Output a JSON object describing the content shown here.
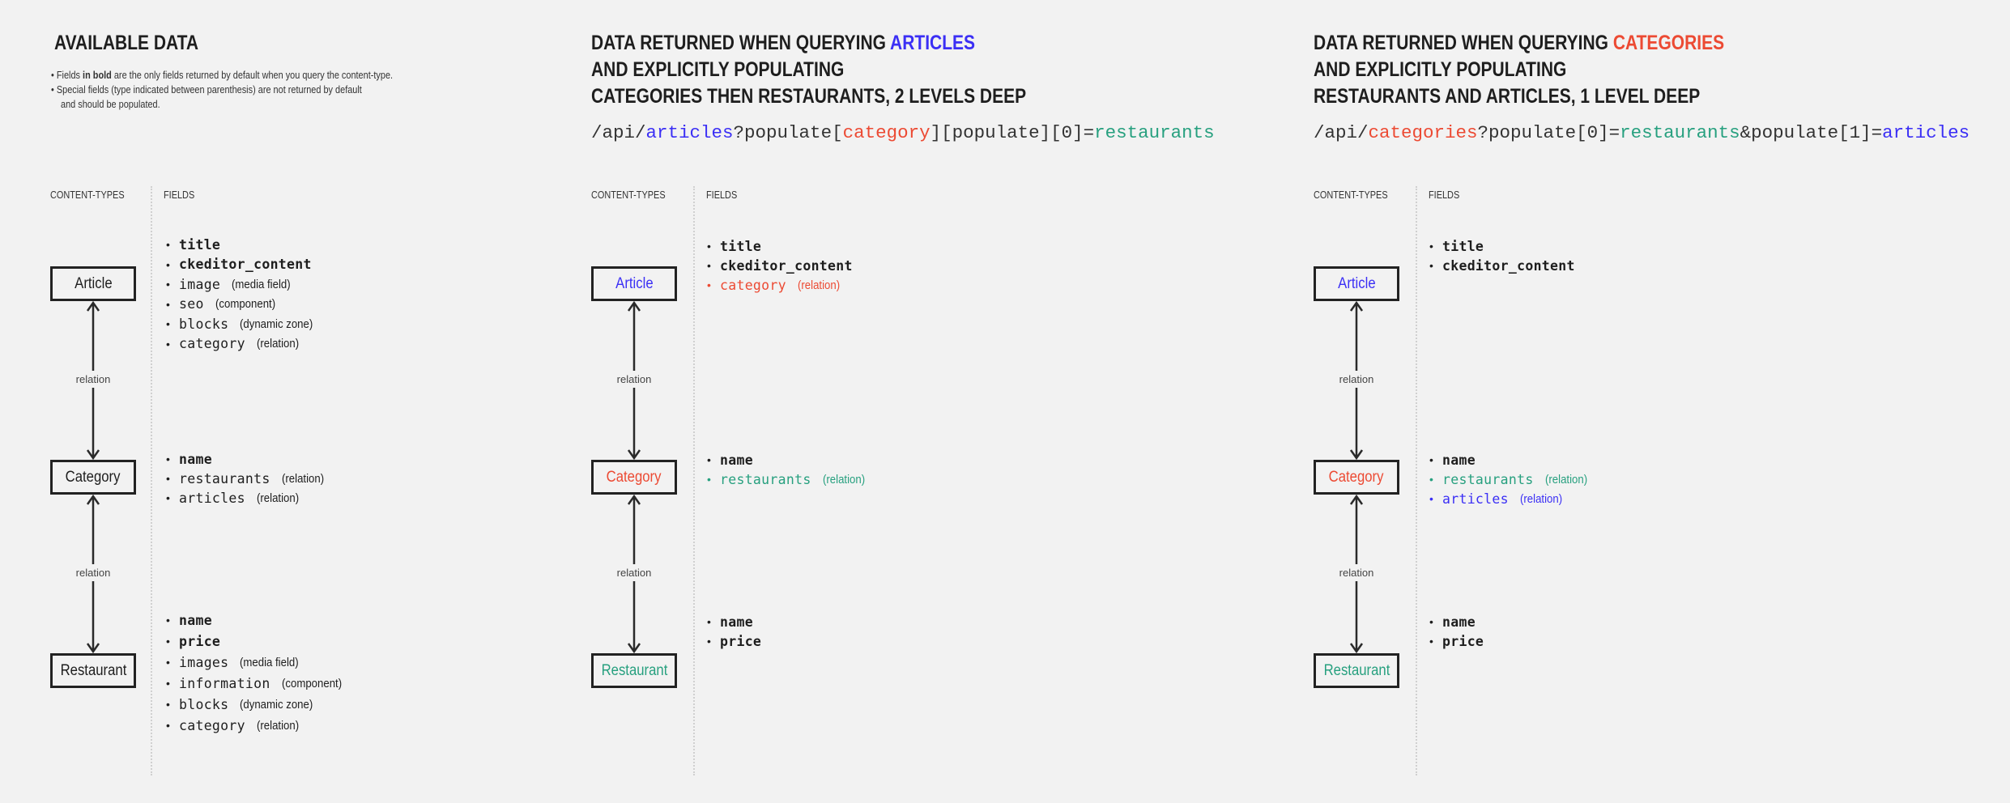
{
  "colors": {
    "blue": "#3b2ff5",
    "red": "#ec4a33",
    "green": "#27a07f",
    "dark": "#1e1e1e"
  },
  "sections": [
    {
      "title_lines": [
        [
          {
            "text": "AVAILABLE DATA"
          }
        ]
      ],
      "notes": [
        [
          {
            "text": "Fields "
          },
          {
            "text": "in bold",
            "bold": true
          },
          {
            "text": " are the only fields returned by default when you query the content-type."
          }
        ],
        [
          {
            "text": "Special fields (type indicated between parenthesis) are not returned by default"
          }
        ],
        [
          {
            "text": "and should be populated."
          }
        ]
      ],
      "url": [],
      "columns": {
        "content_types": "CONTENT-TYPES",
        "fields": "FIELDS"
      },
      "relations": [
        "relation",
        "relation"
      ],
      "types": [
        {
          "name": "Article",
          "color": "dark",
          "fields": [
            {
              "name": "title",
              "bold": true
            },
            {
              "name": "ckeditor_content",
              "bold": true
            },
            {
              "name": "image",
              "type": "(media field)"
            },
            {
              "name": "seo",
              "type": "(component)"
            },
            {
              "name": "blocks",
              "type": "(dynamic zone)"
            },
            {
              "name": "category",
              "type": "(relation)"
            }
          ]
        },
        {
          "name": "Category",
          "color": "dark",
          "fields": [
            {
              "name": "name",
              "bold": true
            },
            {
              "name": "restaurants",
              "type": "(relation)"
            },
            {
              "name": "articles",
              "type": "(relation)"
            }
          ]
        },
        {
          "name": "Restaurant",
          "color": "dark",
          "fields": [
            {
              "name": "name",
              "bold": true
            },
            {
              "name": "price",
              "bold": true
            },
            {
              "name": "images",
              "type": "(media field)"
            },
            {
              "name": "information",
              "type": "(component)"
            },
            {
              "name": "blocks",
              "type": "(dynamic zone)"
            },
            {
              "name": "category",
              "type": "(relation)"
            }
          ]
        }
      ]
    },
    {
      "title_lines": [
        [
          {
            "text": "DATA RETURNED WHEN QUERYING "
          },
          {
            "text": "ARTICLES",
            "color": "blue"
          }
        ],
        [
          {
            "text": "AND EXPLICITLY POPULATING"
          }
        ],
        [
          {
            "text": "CATEGORIES THEN RESTAURANTS, 2 LEVELS DEEP"
          }
        ]
      ],
      "notes": [],
      "url": [
        {
          "text": "/api/"
        },
        {
          "text": "articles",
          "color": "blue"
        },
        {
          "text": "?populate["
        },
        {
          "text": "category",
          "color": "red"
        },
        {
          "text": "][populate][0]="
        },
        {
          "text": "restaurants",
          "color": "green"
        }
      ],
      "columns": {
        "content_types": "CONTENT-TYPES",
        "fields": "FIELDS"
      },
      "relations": [
        "relation",
        "relation"
      ],
      "types": [
        {
          "name": "Article",
          "color": "blue",
          "fields": [
            {
              "name": "title",
              "bold": true
            },
            {
              "name": "ckeditor_content",
              "bold": true
            },
            {
              "name": "category",
              "type": "(relation)",
              "color": "red"
            }
          ]
        },
        {
          "name": "Category",
          "color": "red",
          "fields": [
            {
              "name": "name",
              "bold": true
            },
            {
              "name": "restaurants",
              "type": "(relation)",
              "color": "green"
            }
          ]
        },
        {
          "name": "Restaurant",
          "color": "green",
          "fields": [
            {
              "name": "name",
              "bold": true
            },
            {
              "name": "price",
              "bold": true
            }
          ]
        }
      ]
    },
    {
      "title_lines": [
        [
          {
            "text": "DATA RETURNED WHEN QUERYING "
          },
          {
            "text": "CATEGORIES",
            "color": "red"
          }
        ],
        [
          {
            "text": "AND EXPLICITLY POPULATING"
          }
        ],
        [
          {
            "text": "RESTAURANTS AND ARTICLES, 1 LEVEL DEEP"
          }
        ]
      ],
      "notes": [],
      "url": [
        {
          "text": "/api/"
        },
        {
          "text": "categories",
          "color": "red"
        },
        {
          "text": "?populate[0]="
        },
        {
          "text": "restaurants",
          "color": "green"
        },
        {
          "text": "&populate[1]="
        },
        {
          "text": "articles",
          "color": "blue"
        }
      ],
      "columns": {
        "content_types": "CONTENT-TYPES",
        "fields": "FIELDS"
      },
      "relations": [
        "relation",
        "relation"
      ],
      "types": [
        {
          "name": "Article",
          "color": "blue",
          "fields": [
            {
              "name": "title",
              "bold": true
            },
            {
              "name": "ckeditor_content",
              "bold": true
            }
          ]
        },
        {
          "name": "Category",
          "color": "red",
          "fields": [
            {
              "name": "name",
              "bold": true
            },
            {
              "name": "restaurants",
              "type": "(relation)",
              "color": "green"
            },
            {
              "name": "articles",
              "type": "(relation)",
              "color": "blue"
            }
          ]
        },
        {
          "name": "Restaurant",
          "color": "green",
          "fields": [
            {
              "name": "name",
              "bold": true
            },
            {
              "name": "price",
              "bold": true
            }
          ]
        }
      ]
    }
  ]
}
